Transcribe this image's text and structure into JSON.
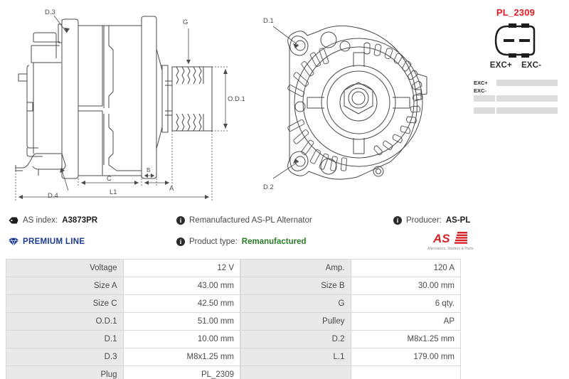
{
  "plug_panel": {
    "title": "PL_2309",
    "pins": [
      "EXC+",
      "EXC-"
    ],
    "connector_icon": "connector-plug-icon",
    "rows": [
      {
        "label": "EXC+",
        "bar": true
      },
      {
        "label": "EXC-",
        "bar": false
      },
      {
        "label": "",
        "bar": true
      },
      {
        "label": "",
        "bar": true
      }
    ]
  },
  "drawing_side": {
    "labels": [
      "D.3",
      "G",
      "O.D.1",
      "D.4",
      "C",
      "B",
      "A",
      "L1"
    ]
  },
  "drawing_front": {
    "labels": [
      "D.1",
      "D.2"
    ]
  },
  "info": {
    "as_index_label": "AS index:",
    "as_index_value": "A3873PR",
    "premium_line": "PREMIUM LINE",
    "description": "Remanufactured AS-PL Alternator",
    "product_type_label": "Product type:",
    "product_type_value": "Remanufactured",
    "producer_label": "Producer:",
    "producer_value": "AS-PL",
    "logo_text": "AS",
    "logo_tagline": "Alternators, Starters & Parts"
  },
  "spec_table": {
    "left": [
      {
        "key": "Voltage",
        "value": "12 V"
      },
      {
        "key": "Size A",
        "value": "43.00 mm"
      },
      {
        "key": "Size C",
        "value": "42.50 mm"
      },
      {
        "key": "O.D.1",
        "value": "51.00 mm"
      },
      {
        "key": "D.1",
        "value": "10.00 mm"
      },
      {
        "key": "D.3",
        "value": "M8x1.25 mm"
      },
      {
        "key": "Plug",
        "value": "PL_2309"
      }
    ],
    "right": [
      {
        "key": "Amp.",
        "value": "120 A"
      },
      {
        "key": "Size B",
        "value": "30.00 mm"
      },
      {
        "key": "G",
        "value": "6 qty."
      },
      {
        "key": "Pulley",
        "value": "AP"
      },
      {
        "key": "D.2",
        "value": "M8x1.25 mm"
      },
      {
        "key": "L.1",
        "value": "179.00 mm"
      },
      {
        "key": "",
        "value": ""
      }
    ]
  },
  "colors": {
    "accent_red": "#e01b24",
    "premium_blue": "#1a3a8f",
    "product_type_green": "#2a7a2a",
    "table_key_bg": "#e9e9e9",
    "table_border": "#d8d8d8"
  }
}
